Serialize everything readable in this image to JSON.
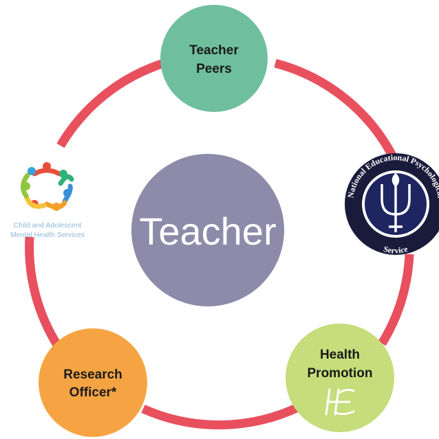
{
  "diagram": {
    "center": {
      "label": "Teacher",
      "color": "#8e8aa9"
    },
    "ring_color": "#e8505e",
    "nodes": {
      "teacher_peers": {
        "line1": "Teacher",
        "line2": "Peers",
        "color": "#6fbf9f"
      },
      "research_officer": {
        "line1": "Research",
        "line2": "Officer*",
        "color": "#f6a443"
      },
      "health_promotion": {
        "line1": "Health",
        "line2": "Promotion",
        "color": "#c5dd7a"
      }
    },
    "camhs": {
      "line1": "Child and Adolescent",
      "line2": "Mental Health Services"
    },
    "neps": {
      "text": "National Educational Psychological Service",
      "top_text": "National Educational Psychological",
      "bottom_text": "Service"
    },
    "hse": {
      "logo_text": "HSE"
    }
  }
}
